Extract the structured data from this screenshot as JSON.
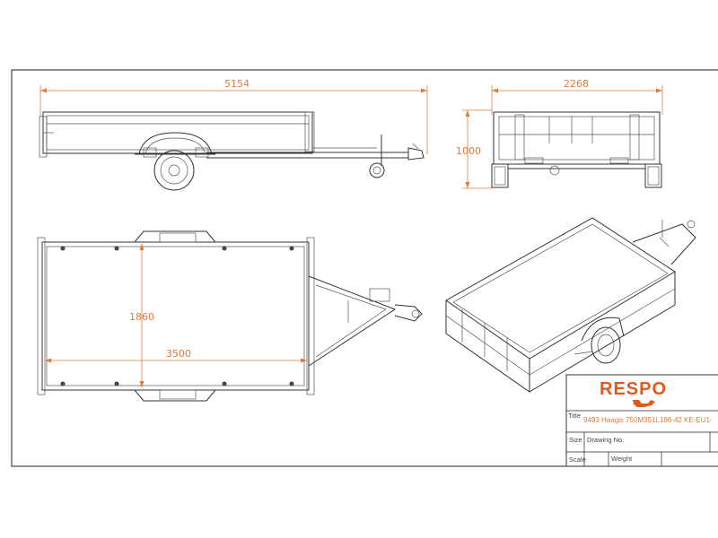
{
  "dimensions": {
    "side_length": "5154",
    "front_width": "2268",
    "front_height": "1000",
    "top_width": "1860",
    "top_length": "3500"
  },
  "title_block": {
    "brand": "RESPO",
    "title_label": "Title",
    "title_value": "9493 Haagis 750M351L186-42 KE-EU1-",
    "size_label": "Size",
    "drawing_no_label": "Drawing No.",
    "scale_label": "Scale",
    "weight_label": "Weight"
  },
  "colors": {
    "accent": "#e07a3c",
    "brand": "#e0581c",
    "ink": "#333333"
  }
}
